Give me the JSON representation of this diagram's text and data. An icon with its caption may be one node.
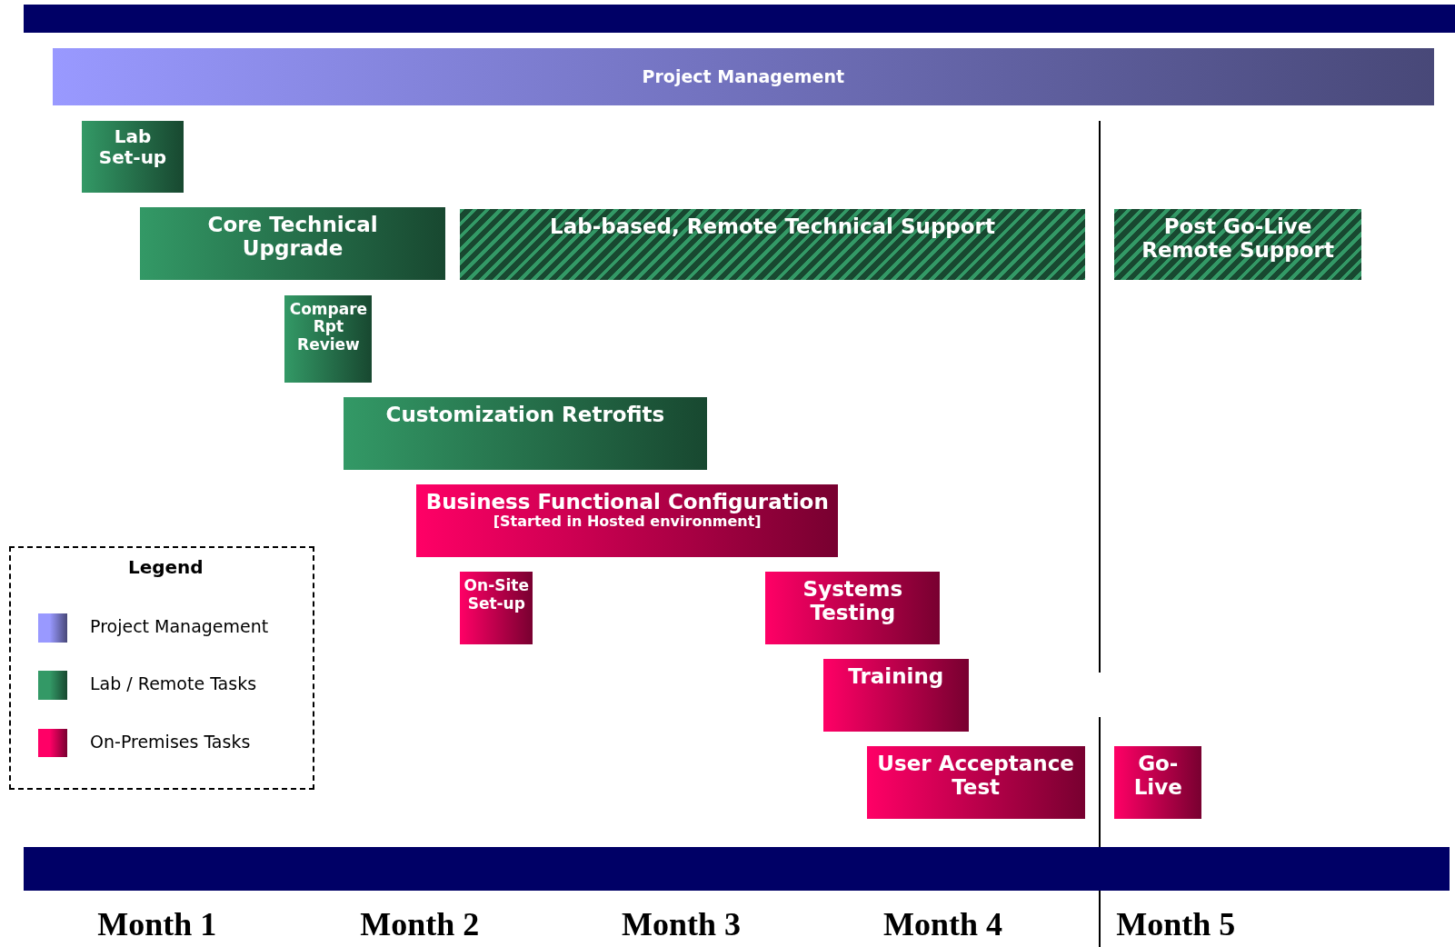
{
  "diagram": {
    "nodes": [
      {
        "text": [
          "Project Management"
        ]
      },
      {
        "text": [
          "Lab Set-up"
        ]
      },
      {
        "text": [
          "Core Technical Upgrade"
        ]
      },
      {
        "text": [
          "Lab-based, Remote Technical Support"
        ]
      },
      {
        "text": [
          "Post Go-Live Remote Support"
        ]
      },
      {
        "text": [
          "Compare Rpt Review"
        ]
      },
      {
        "text": [
          "Customization Retrofits"
        ]
      },
      {
        "text": [
          "Business Functional Configuration",
          "[Started in Hosted environment]"
        ]
      },
      {
        "text": [
          "On-Site Set-up"
        ]
      },
      {
        "text": [
          "Systems Testing"
        ]
      },
      {
        "text": [
          "Training"
        ]
      },
      {
        "text": [
          "User Acceptance Test"
        ]
      },
      {
        "text": [
          "Go-Live"
        ]
      },
      {
        "text": [],
        "shape": "bar"
      },
      {
        "text": [],
        "shape": "bar"
      }
    ],
    "edges": [],
    "labels": [
      "Legend",
      "Month 1",
      "Month 2",
      "Month 3",
      "Month 4",
      "Month 5"
    ],
    "legend": [
      {
        "text": "Project Management",
        "color": "#9999ff"
      },
      {
        "text": "Lab / Remote Tasks",
        "color": "#339966"
      },
      {
        "text": "On-Premises Tasks",
        "color": "#ff0066"
      }
    ]
  }
}
